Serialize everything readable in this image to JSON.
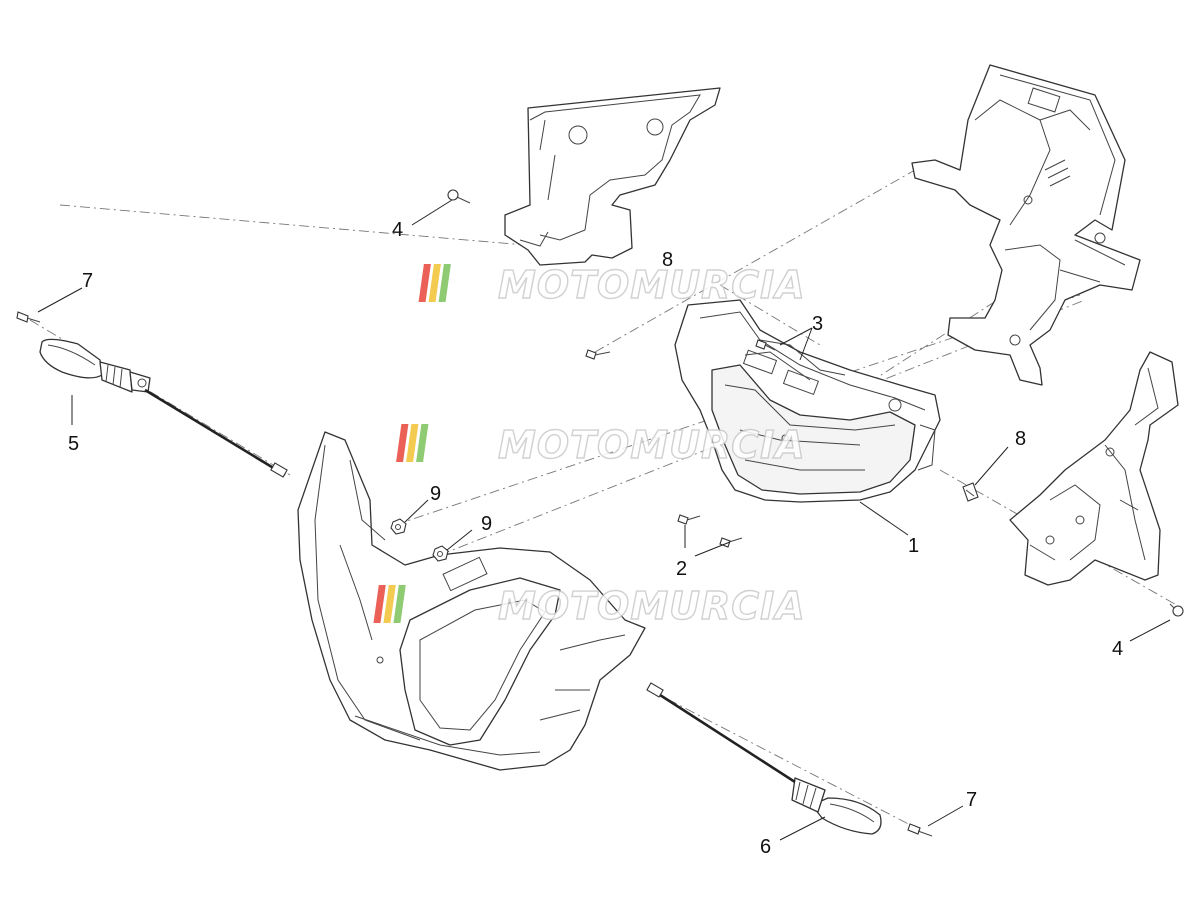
{
  "watermark": {
    "text": "MOTOMURCIA",
    "stripe_colors": [
      "#e8463c",
      "#f2c232",
      "#7cc35a"
    ]
  },
  "callouts": [
    {
      "id": "c1",
      "label": "1"
    },
    {
      "id": "c2",
      "label": "2"
    },
    {
      "id": "c3",
      "label": "3"
    },
    {
      "id": "c4a",
      "label": "4"
    },
    {
      "id": "c4b",
      "label": "4"
    },
    {
      "id": "c5",
      "label": "5"
    },
    {
      "id": "c6",
      "label": "6"
    },
    {
      "id": "c7a",
      "label": "7"
    },
    {
      "id": "c7b",
      "label": "7"
    },
    {
      "id": "c8a",
      "label": "8"
    },
    {
      "id": "c8b",
      "label": "8"
    },
    {
      "id": "c9a",
      "label": "9"
    },
    {
      "id": "c9b",
      "label": "9"
    }
  ]
}
